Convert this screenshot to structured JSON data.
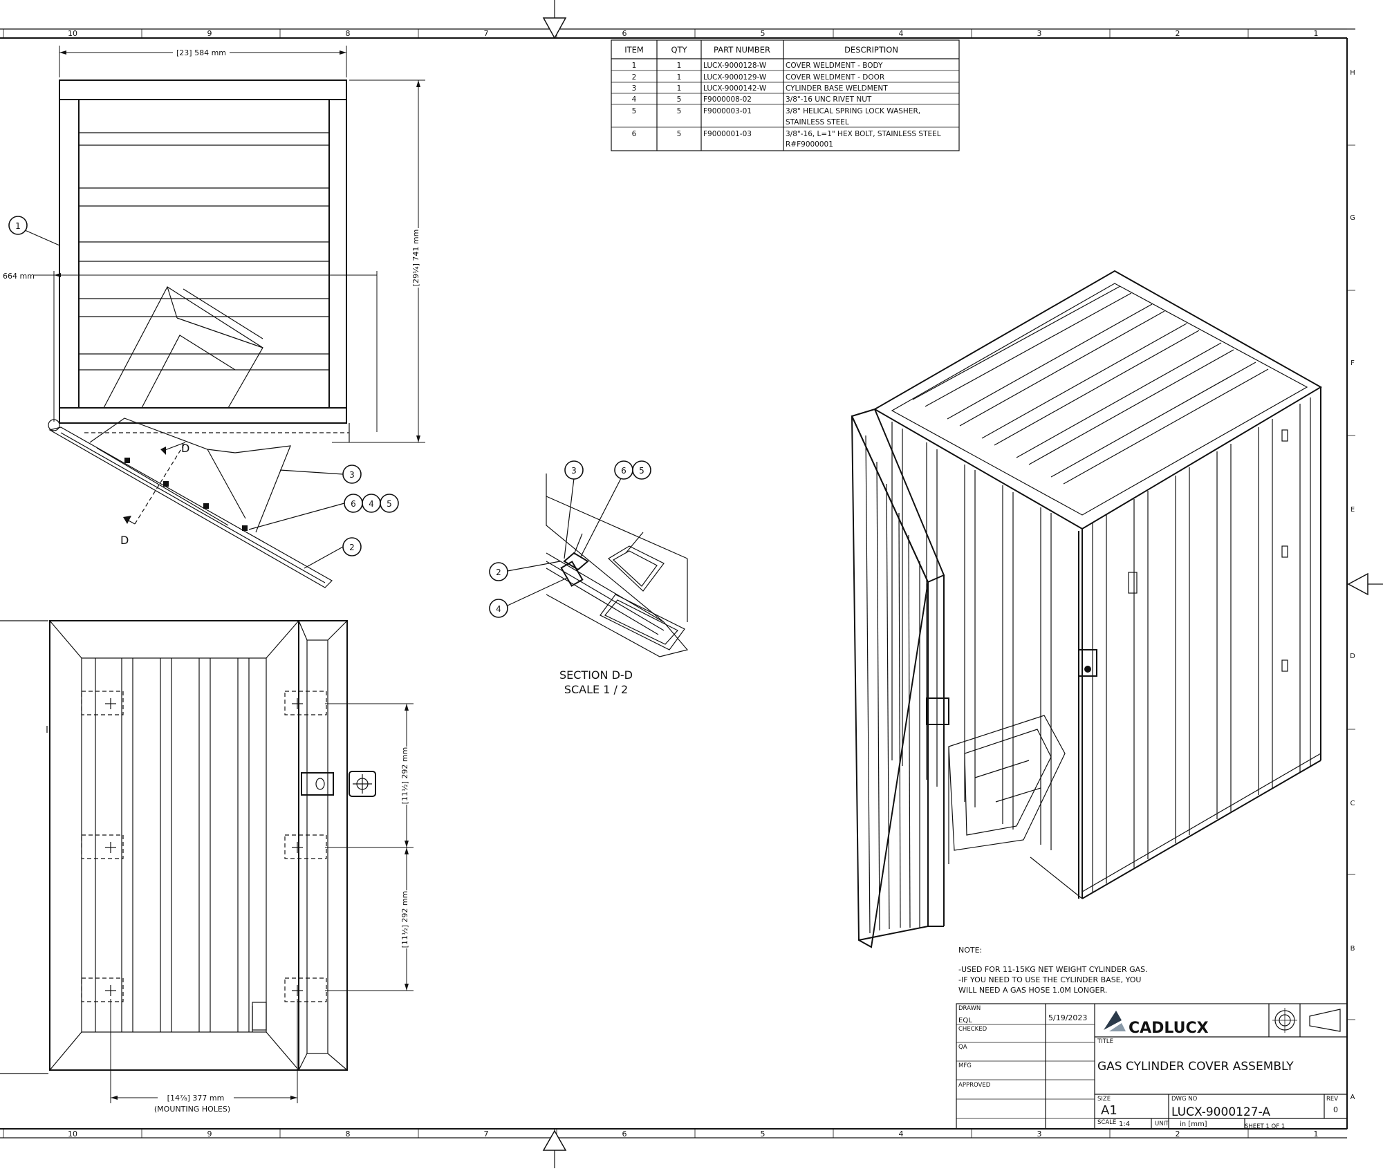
{
  "border": {
    "top_columns": [
      "10",
      "9",
      "8",
      "7",
      "6",
      "5",
      "4",
      "3",
      "2",
      "1"
    ],
    "bottom_columns": [
      "10",
      "9",
      "8",
      "7",
      "6",
      "5",
      "4",
      "3",
      "2",
      "1"
    ],
    "right_rows": [
      "H",
      "G",
      "F",
      "E",
      "D",
      "C",
      "B",
      "A"
    ]
  },
  "bom": {
    "headers": [
      "ITEM",
      "QTY",
      "PART NUMBER",
      "DESCRIPTION"
    ],
    "rows": [
      {
        "item": "1",
        "qty": "1",
        "part": "LUCX-9000128-W",
        "desc1": "COVER WELDMENT - BODY",
        "desc2": ""
      },
      {
        "item": "2",
        "qty": "1",
        "part": "LUCX-9000129-W",
        "desc1": "COVER WELDMENT - DOOR",
        "desc2": ""
      },
      {
        "item": "3",
        "qty": "1",
        "part": "LUCX-9000142-W",
        "desc1": "CYLINDER BASE WELDMENT",
        "desc2": ""
      },
      {
        "item": "4",
        "qty": "5",
        "part": "F9000008-02",
        "desc1": "3/8\"-16 UNC RIVET NUT",
        "desc2": ""
      },
      {
        "item": "5",
        "qty": "5",
        "part": "F9000003-01",
        "desc1": "3/8\" HELICAL SPRING LOCK WASHER,",
        "desc2": "STAINLESS STEEL"
      },
      {
        "item": "6",
        "qty": "5",
        "part": "F9000001-03",
        "desc1": "3/8\"-16, L=1\" HEX BOLT, STAINLESS STEEL",
        "desc2": "R#F9000001"
      }
    ]
  },
  "front_view": {
    "dim_width": "[23] 584 mm",
    "dim_height": "[29¼] 741 mm",
    "dim_partial": "664 mm",
    "balloons": [
      "1",
      "3",
      "6",
      "4",
      "5",
      "2"
    ],
    "section_label": "D",
    "section_arrow_label": "D"
  },
  "top_view": {
    "dim_upper": "[11½] 292 mm",
    "dim_lower": "[11½] 292 mm",
    "dim_holes": "[14⅞] 377 mm",
    "dim_holes_note": "(MOUNTING HOLES)"
  },
  "section": {
    "balloons": [
      "3",
      "6",
      "5",
      "2",
      "4"
    ],
    "title": "SECTION D-D",
    "scale": "SCALE 1 / 2"
  },
  "note": {
    "heading": "NOTE:",
    "line1": "-USED FOR 11-15KG NET WEIGHT CYLINDER GAS.",
    "line2": "-IF YOU NEED TO USE THE CYLINDER BASE, YOU",
    "line3": "WILL NEED A GAS HOSE 1.0M LONGER."
  },
  "title_block": {
    "drawn_label": "DRAWN",
    "drawn_by": "EQL",
    "drawn_date": "5/19/2023",
    "checked_label": "CHECKED",
    "qa_label": "QA",
    "mfg_label": "MFG",
    "approved_label": "APPROVED",
    "company": "CADLUCX",
    "title_label": "TITLE",
    "title": "GAS CYLINDER COVER ASSEMBLY",
    "size_label": "SIZE",
    "size": "A1",
    "dwg_label": "DWG NO",
    "dwg_no": "LUCX-9000127-A",
    "rev_label": "REV",
    "rev": "0",
    "scale_label": "SCALE",
    "scale": "1:4",
    "unit_label": "UNIT",
    "unit": "in [mm]",
    "sheet": "SHEET 1  OF 1"
  }
}
